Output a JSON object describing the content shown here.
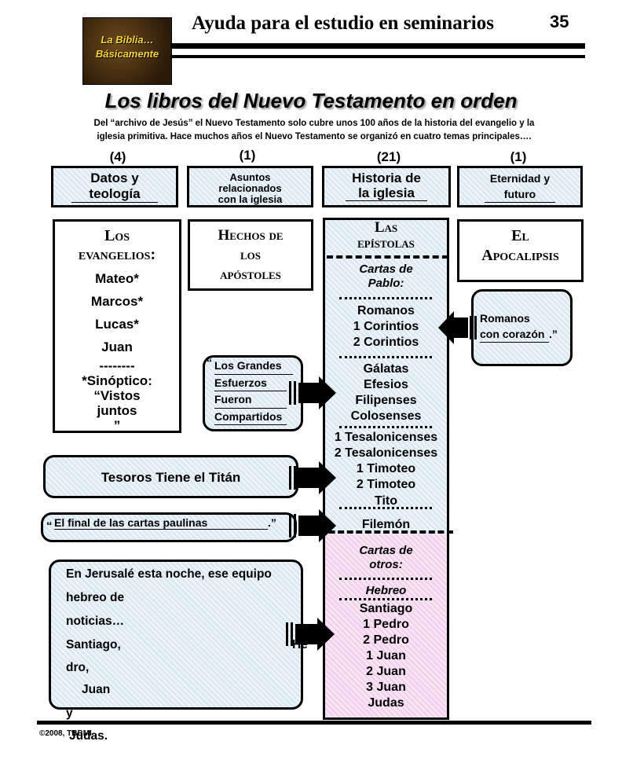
{
  "header": {
    "logo_line1": "La Biblia…",
    "logo_line2": "Básicamente",
    "title": "Ayuda para el estudio en seminarios",
    "page_number": "35"
  },
  "main_title": "Los libros del Nuevo Testamento en orden",
  "intro_line1": "Del “archivo de Jesús” el Nuevo Testamento solo cubre unos 100 años de la historia del evangelio y la",
  "intro_line2": "iglesia primitiva.  Hace muchos años el Nuevo Testamento se organizó en cuatro temas principales….",
  "counts": [
    "(4)",
    "(1)",
    "(21)",
    "(1)"
  ],
  "categories": {
    "c1": [
      "Datos y",
      "teología"
    ],
    "c2": [
      "Asuntos",
      "relacionados",
      "con la iglesia"
    ],
    "c3": [
      "Historia de",
      "la iglesia"
    ],
    "c4": [
      "Eternidad y",
      "futuro"
    ]
  },
  "gospels": {
    "heading1": "Los",
    "heading2": "evangelios:",
    "books": [
      "Mateo*",
      "Marcos*",
      "Lucas*",
      "Juan"
    ],
    "separator": "--------",
    "note1": "*Sinóptico:",
    "note2": "“Vistos",
    "note3": "juntos",
    "note4": "”"
  },
  "acts": {
    "line1": "Hechos de",
    "line2": "los",
    "line3": "apóstoles"
  },
  "epistles": {
    "heading1": "Las",
    "heading2": "epístolas",
    "paul1": "Cartas de",
    "paul2": "Pablo:",
    "group1": [
      "Romanos",
      "1 Corintios",
      "2 Corintios"
    ],
    "group2": [
      "Gálatas",
      "Efesios",
      "Filipenses",
      "Colosenses"
    ],
    "group3": [
      "1 Tesalonicenses",
      "2 Tesalonicenses",
      "1 Timoteo",
      "2 Timoteo"
    ],
    "tito": "Tito",
    "filemon": "Filemón",
    "others1": "Cartas de",
    "others2": "otros:",
    "hebreo": "Hebreo",
    "group4": [
      "Santiago",
      "1 Pedro",
      "2 Pedro",
      "1 Juan",
      "2 Juan",
      "3 Juan",
      "Judas"
    ]
  },
  "revelation": {
    "line1": "El",
    "line2": "Apocalipsis"
  },
  "mnemonics": {
    "romanos_line1": "Romanos",
    "romanos_line2": "con corazón",
    "romanos_quote": ".”",
    "grandes_open": "“",
    "grandes": [
      "Los Grandes",
      "Esfuerzos",
      "Fueron",
      "Compartidos"
    ],
    "tesoros": "Tesoros Tiene el  Titán",
    "final_open": "“",
    "final": "El final de las cartas paulinas",
    "final_close": ".”",
    "jerusalen": [
      "En Jerusalé esta noche, ese equipo",
      "hebreo de",
      "noticias…",
      "Santiago,",
      "He",
      "dro,",
      "Juan",
      "y",
      "Judas."
    ]
  },
  "copyright": "©2008, TBBMI"
}
